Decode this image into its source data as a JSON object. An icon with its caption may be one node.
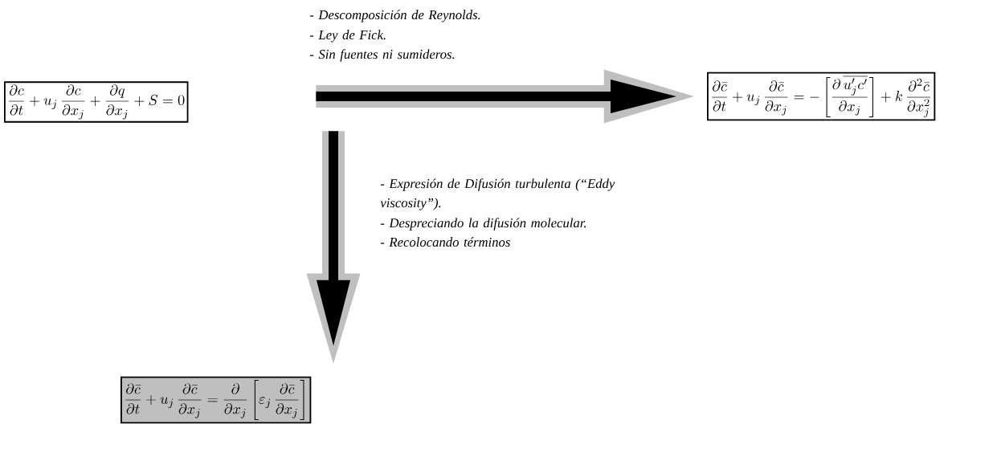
{
  "diagram": {
    "nodes": [
      {
        "text": [
          "\\frac{\\partial c}{\\partial t}+u_j\\,\\frac{\\partial c}{\\partial x_j}+\\frac{\\partial q}{\\partial x_j}+S=0"
        ]
      },
      {
        "text": [
          "\\frac{\\partial \\bar{c}}{\\partial t}+u_j\\,\\frac{\\partial \\bar{c}}{\\partial x_j}=-\\left[\\frac{\\partial\\,\\overline{u_j'c'}}{\\partial x_j}\\right]+k\\,\\frac{\\partial^2 \\bar{c}}{\\partial x_j^2}"
        ]
      },
      {
        "text": [
          "\\frac{\\partial \\bar{c}}{\\partial t}+u_j\\,\\frac{\\partial \\bar{c}}{\\partial x_j}=\\frac{\\partial}{\\partial x_j}\\left[\\varepsilon_j\\,\\frac{\\partial \\bar{c}}{\\partial x_j}\\right]"
        ]
      }
    ],
    "edges": [
      {
        "from": null,
        "to": 1,
        "arrow": "to",
        "color": "#000000"
      },
      {
        "from": null,
        "to": 2,
        "arrow": "to",
        "color": "#000000"
      }
    ],
    "labels": [
      "- Descomposición de Reynolds.",
      "- Ley de Fick.",
      "- Sin fuentes ni sumideros.",
      "- Expresión de Difusión turbulenta (“Eddy viscosity”).",
      "- Despreciando la difusión molecular.",
      "- Recolocando términos"
    ]
  }
}
